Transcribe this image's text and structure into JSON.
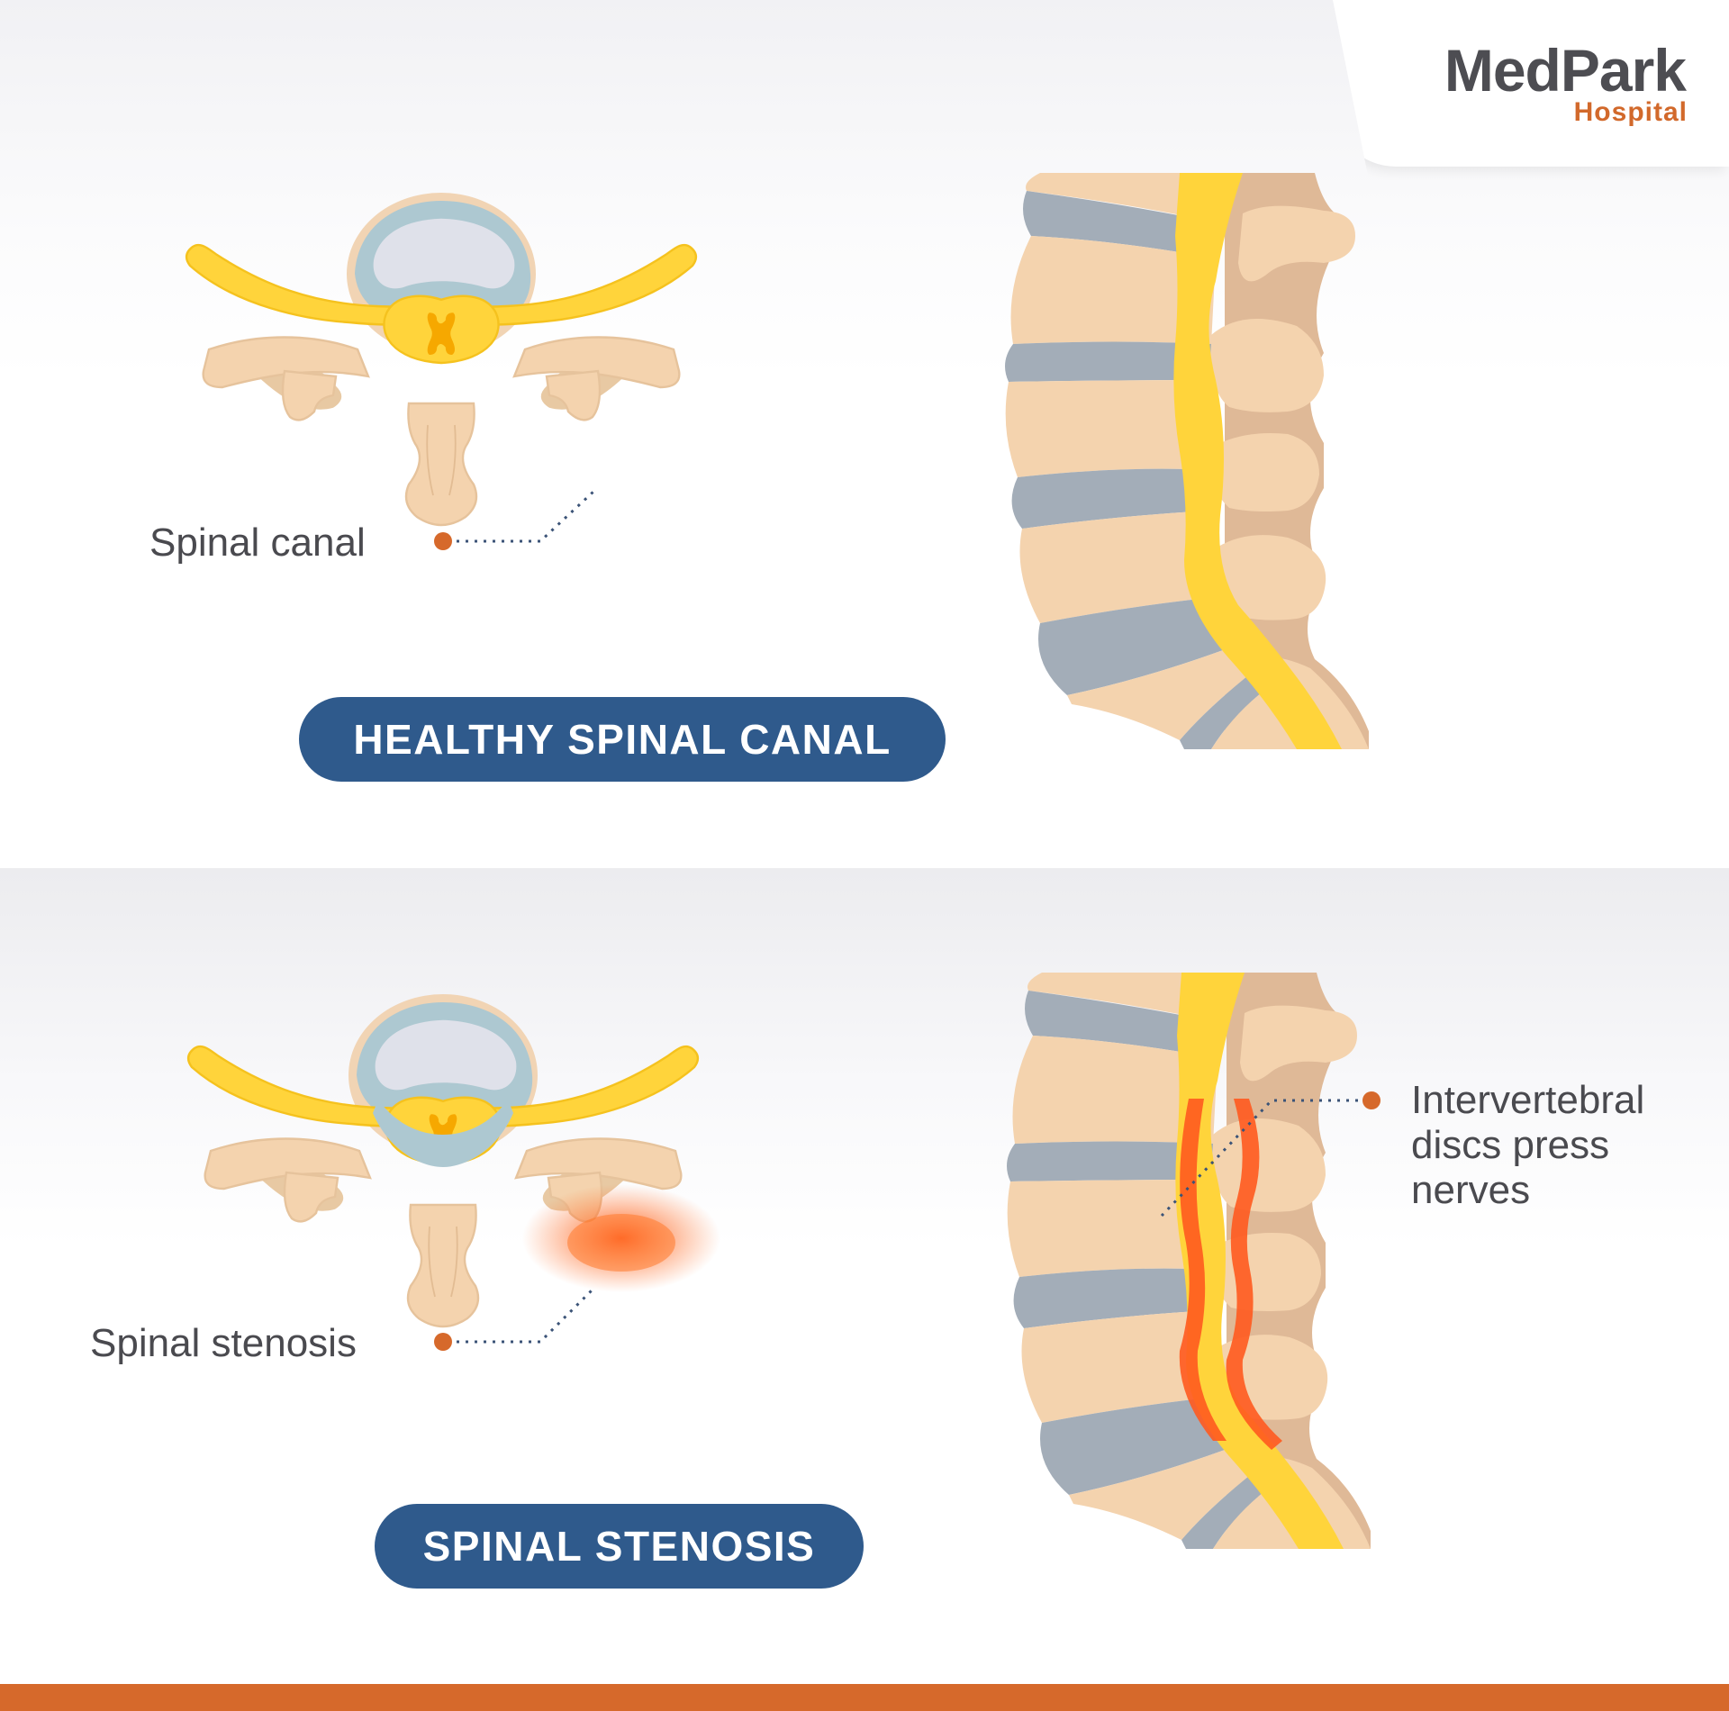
{
  "brand": {
    "name": "MedPark",
    "sub": "Hospital",
    "name_color": "#4d4d52",
    "accent": "#d2692b"
  },
  "healthy": {
    "title": "HEALTHY SPINAL CANAL",
    "label": "Spinal canal"
  },
  "stenosis": {
    "title": "SPINAL STENOSIS",
    "label": "Spinal stenosis",
    "callout": [
      "Intervertebral",
      "discs press",
      "nerves"
    ]
  },
  "colors": {
    "badge": "#2f5a8c",
    "bone": "#f4d3ae",
    "disc": "#a3adb8",
    "nerve": "#ffd43b",
    "inflammation": "#ff5722",
    "footer": "#d6692b"
  }
}
